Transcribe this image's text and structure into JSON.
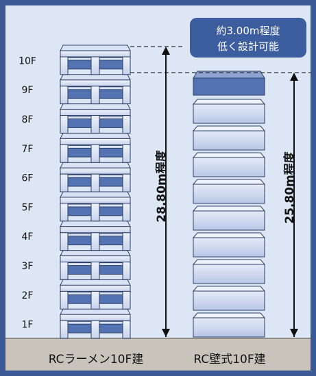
{
  "floors": [
    "1F",
    "2F",
    "3F",
    "4F",
    "5F",
    "6F",
    "7F",
    "8F",
    "9F",
    "10F"
  ],
  "frame_building": {
    "label": "RCラーメン10F建",
    "height_label": "28.80m程度"
  },
  "wall_building": {
    "label": "RC壁式10F建",
    "height_label": "25.80m程度"
  },
  "callout": {
    "line1": "約3.00m程度",
    "line2": "低く設計可能"
  }
}
